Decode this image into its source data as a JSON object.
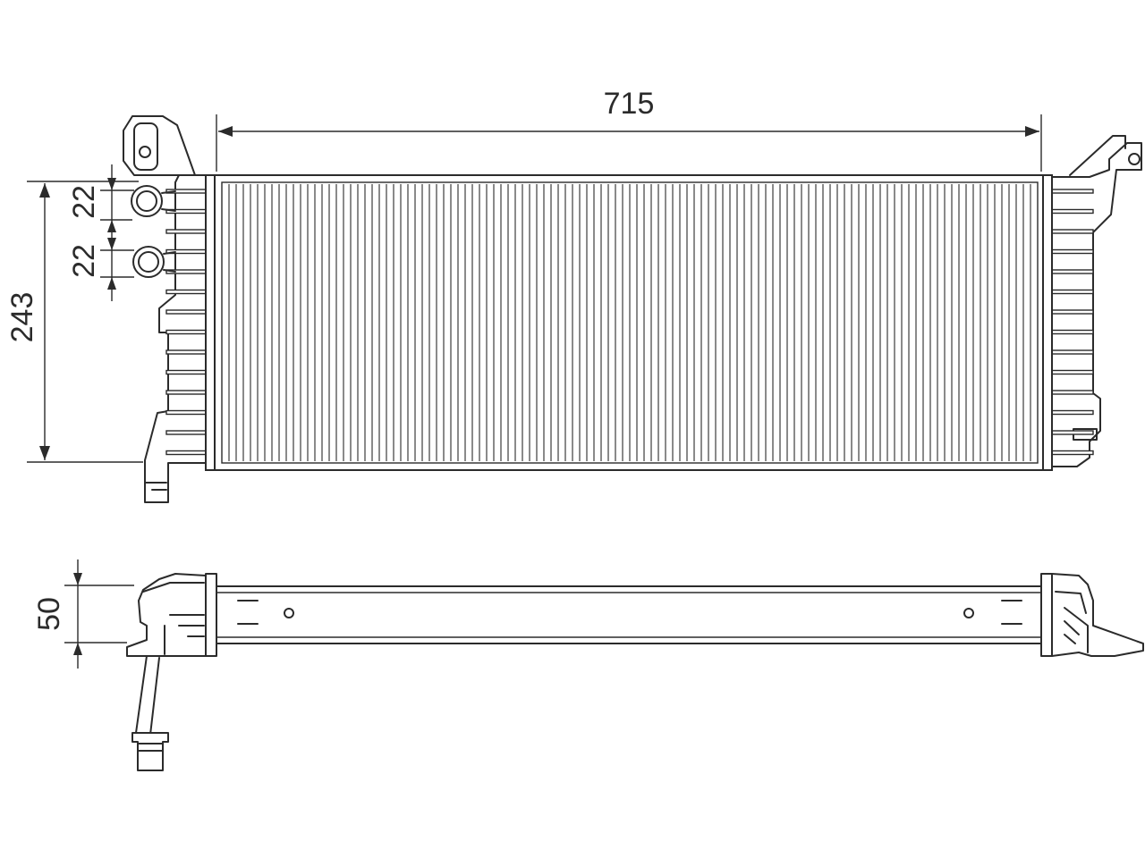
{
  "dimensions": {
    "width": "715",
    "height": "243",
    "port_spacing_1": "22",
    "port_spacing_2": "22",
    "depth": "50"
  },
  "colors": {
    "line": "#2b2b2b",
    "background": "#ffffff"
  }
}
